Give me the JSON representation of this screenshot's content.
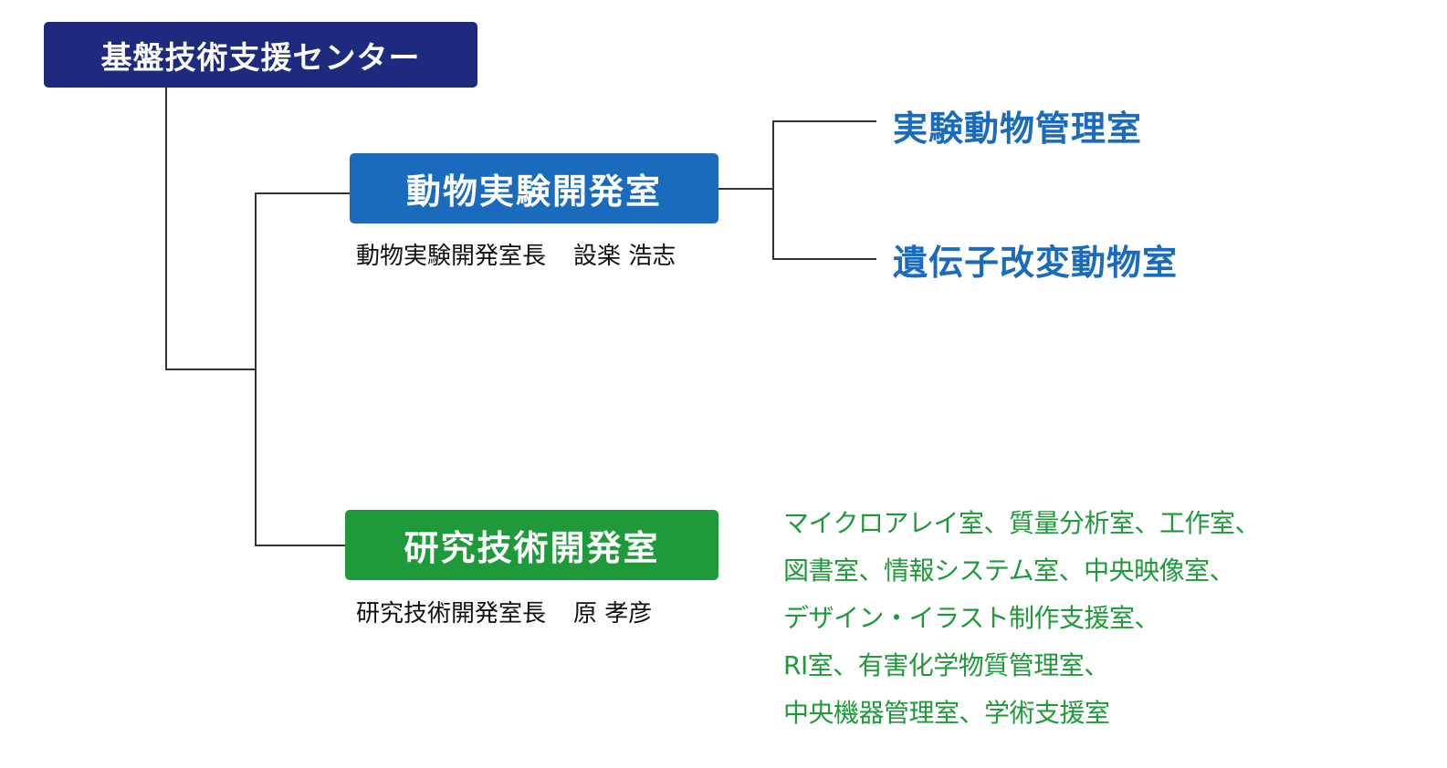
{
  "root": {
    "label": "基盤技術支援センター",
    "color": "#1e2a7e"
  },
  "divisions": [
    {
      "label": "動物実験開発室",
      "color": "#1a6bbd",
      "head_title": "動物実験開発室長",
      "head_name": "設楽 浩志",
      "sub_rooms": [
        "実験動物管理室",
        "遺伝子改変動物室"
      ]
    },
    {
      "label": "研究技術開発室",
      "color": "#1f9a3a",
      "head_title": "研究技術開発室長",
      "head_name": "原 孝彦",
      "room_lines": [
        "マイクロアレイ室、質量分析室、工作室、",
        "図書室、情報システム室、中央映像室、",
        "デザイン・イラスト制作支援室、",
        "RI室、有害化学物質管理室、",
        "中央機器管理室、学術支援室"
      ]
    }
  ]
}
